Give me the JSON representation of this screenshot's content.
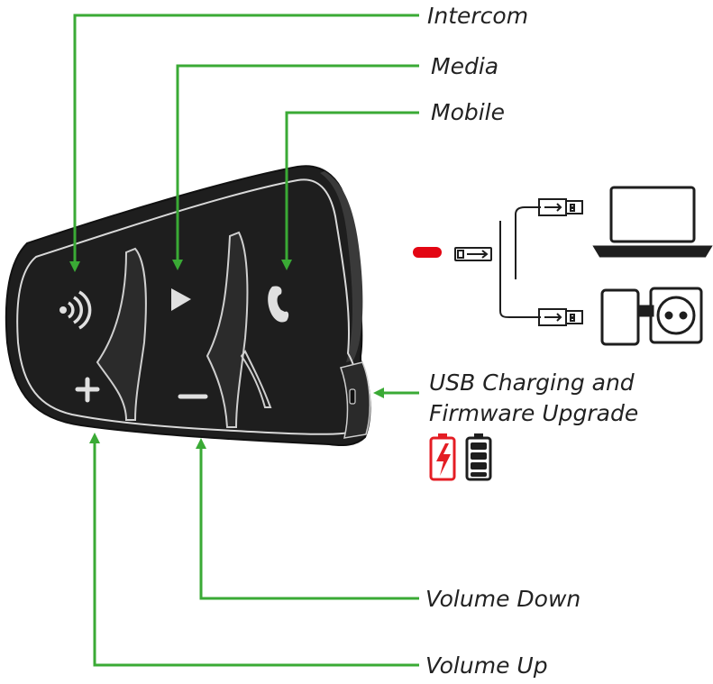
{
  "diagram": {
    "labels": {
      "intercom": "Intercom",
      "media": "Media",
      "mobile": "Mobile",
      "usb_line1": "USB Charging and",
      "usb_line2": "Firmware Upgrade",
      "volume_down": "Volume Down",
      "volume_up": "Volume Up"
    },
    "buttons": {
      "intercom": "intercom-waves-icon",
      "media": "play-icon",
      "mobile": "phone-handset-icon",
      "volume_up": "plus-icon",
      "volume_down": "minus-icon"
    },
    "connection_icons": [
      "usb-cable-icon",
      "laptop-icon",
      "wall-charger-icon",
      "power-socket-icon"
    ],
    "battery_icons": [
      "battery-charging-icon",
      "battery-full-icon"
    ],
    "colors": {
      "leader": "#3aaa35",
      "device_body": "#1e1e1e",
      "device_trim": "#d9d9d9",
      "charging": "#e41d24",
      "indicator": "#e30613",
      "text": "#222222"
    }
  }
}
